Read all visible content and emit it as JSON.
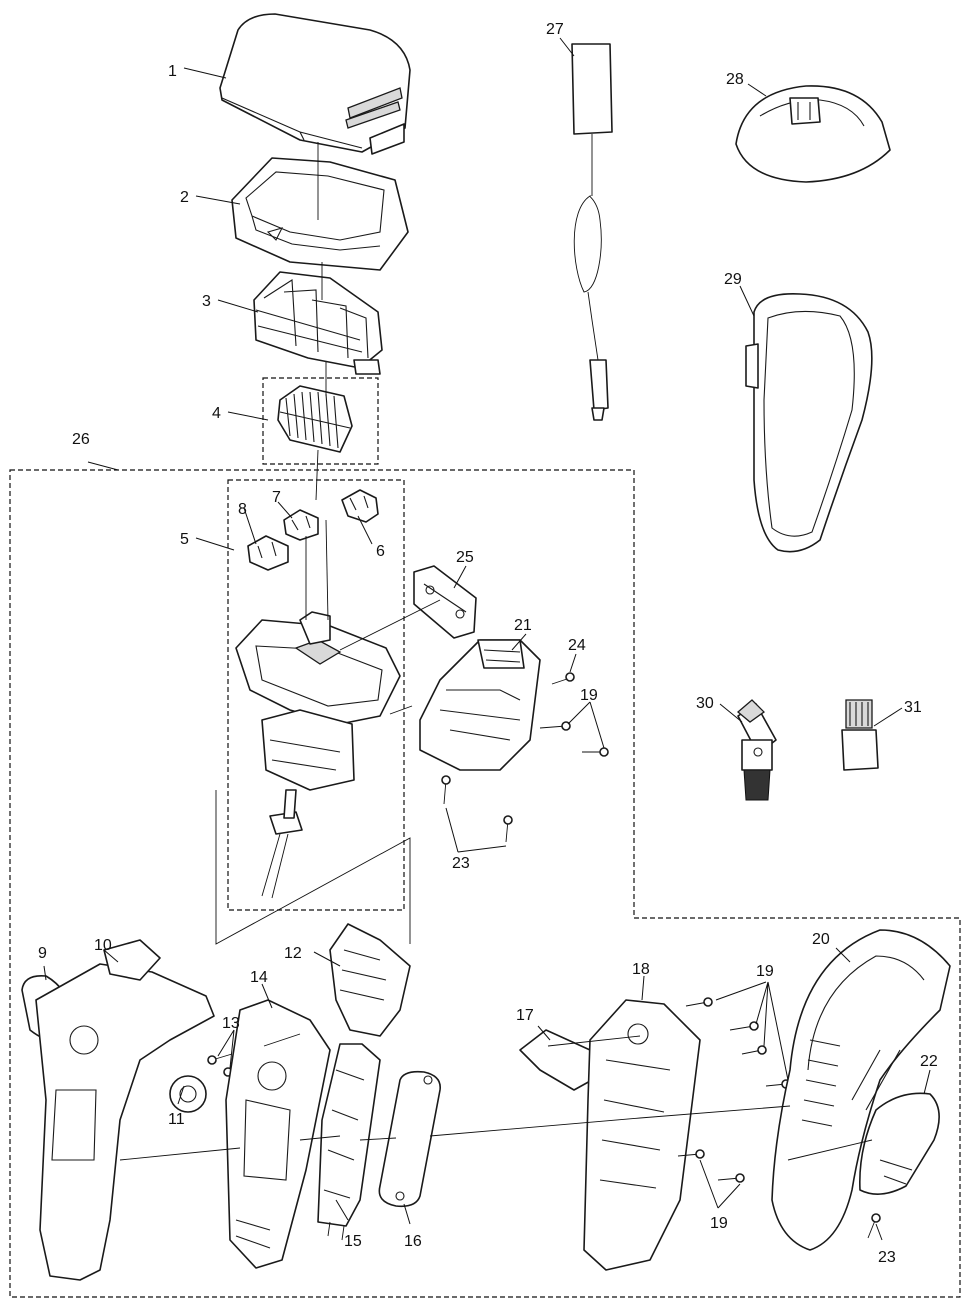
{
  "callouts": {
    "c1": "1",
    "c2": "2",
    "c3": "3",
    "c4": "4",
    "c5": "5",
    "c6": "6",
    "c7": "7",
    "c8": "8",
    "c9": "9",
    "c10": "10",
    "c11": "11",
    "c12": "12",
    "c13": "13",
    "c14": "14",
    "c15": "15",
    "c16": "16",
    "c17": "17",
    "c18": "18",
    "c19a": "19",
    "c19b": "19",
    "c19c": "19",
    "c20": "20",
    "c21": "21",
    "c22": "22",
    "c23a": "23",
    "c23b": "23",
    "c24": "24",
    "c25": "25",
    "c26": "26",
    "c27": "27",
    "c28": "28",
    "c29": "29",
    "c30": "30",
    "c31": "31"
  }
}
